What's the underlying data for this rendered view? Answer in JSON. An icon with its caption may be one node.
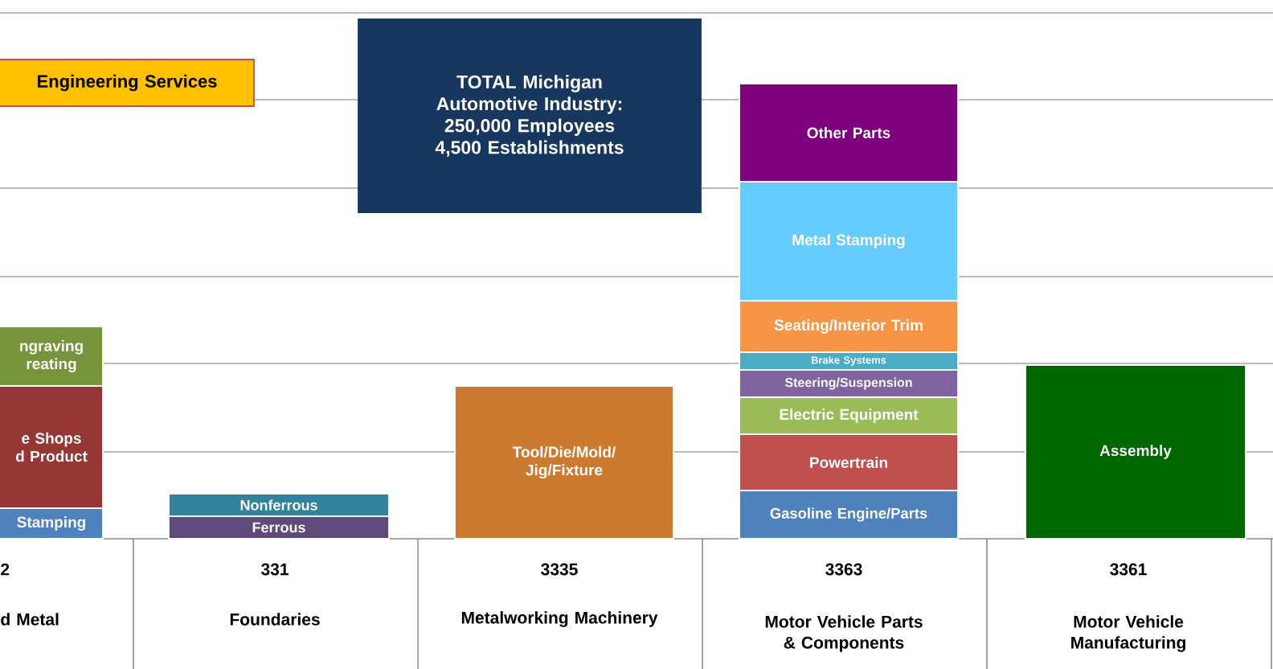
{
  "diagram": {
    "nodes": [
      {
        "text": [
          "Engineering Services"
        ]
      },
      {
        "text": [
          "TOTAL Michigan Automotive Industry: 250,000 Employees 4,500 Establishments"
        ]
      },
      {
        "text": [
          "ngraving reating"
        ]
      },
      {
        "text": [
          "e Shops d Product"
        ]
      },
      {
        "text": [
          "Stamping"
        ]
      },
      {
        "text": [
          "Nonferrous"
        ]
      },
      {
        "text": [
          "Ferrous"
        ]
      },
      {
        "text": [
          "Tool/Die/Mold/ Jig/Fixture"
        ]
      },
      {
        "text": [
          "Other Parts"
        ]
      },
      {
        "text": [
          "Metal Stamping"
        ]
      },
      {
        "text": [
          "Seating/Interior Trim"
        ]
      },
      {
        "text": [
          "Brake Systems"
        ]
      },
      {
        "text": [
          "Steering/Suspension"
        ]
      },
      {
        "text": [
          "Electric Equipment"
        ]
      },
      {
        "text": [
          "Powertrain"
        ]
      },
      {
        "text": [
          "Gasoline Engine/Parts"
        ]
      },
      {
        "text": [
          "Assembly"
        ]
      }
    ],
    "labels": [
      "2",
      "331",
      "3335",
      "3363",
      "3361",
      "d Metal",
      "Foundaries",
      "Metalworking Machinery",
      "Motor Vehicle Parts & Components",
      "Motor Vehicle Manufacturing"
    ]
  }
}
